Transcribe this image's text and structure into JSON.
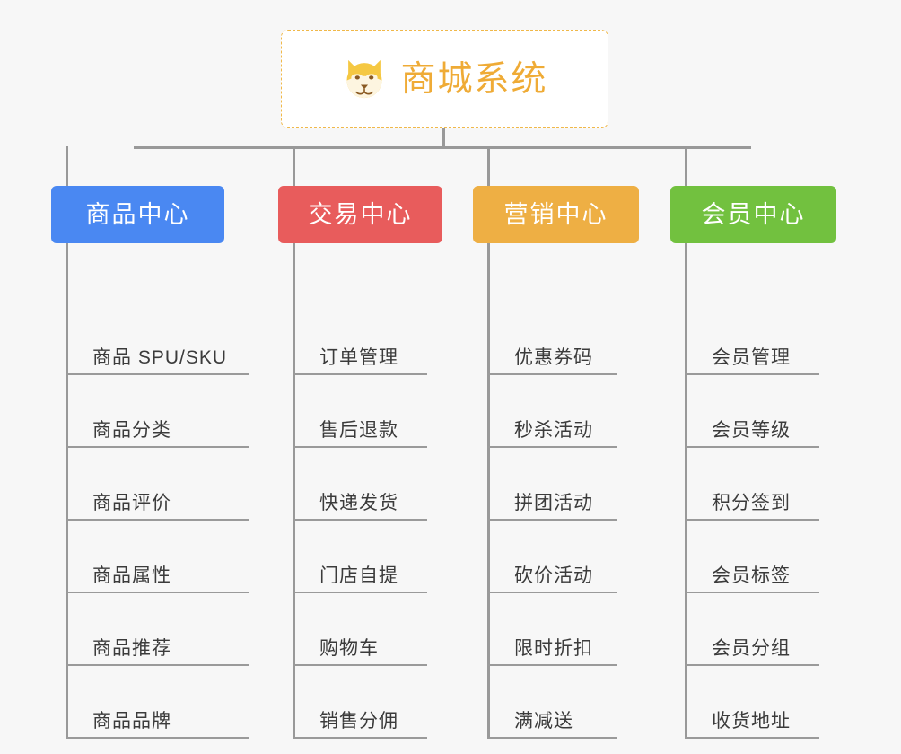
{
  "page": {
    "background_color": "#f7f7f7",
    "line_color": "#999999"
  },
  "root": {
    "title": "商城系统",
    "icon": "shiba-dog-icon",
    "text_color": "#efab36",
    "border_color": "#f0b849",
    "background_color": "#ffffff"
  },
  "branches": [
    {
      "label": "商品中心",
      "color": "#4a88f2",
      "items": [
        "商品 SPU/SKU",
        "商品分类",
        "商品评价",
        "商品属性",
        "商品推荐",
        "商品品牌"
      ]
    },
    {
      "label": "交易中心",
      "color": "#e85c5c",
      "items": [
        "订单管理",
        "售后退款",
        "快递发货",
        "门店自提",
        "购物车",
        "销售分佣"
      ]
    },
    {
      "label": "营销中心",
      "color": "#eeaf44",
      "items": [
        "优惠券码",
        "秒杀活动",
        "拼团活动",
        "砍价活动",
        "限时折扣",
        "满减送"
      ]
    },
    {
      "label": "会员中心",
      "color": "#72c13f",
      "items": [
        "会员管理",
        "会员等级",
        "积分签到",
        "会员标签",
        "会员分组",
        "收货地址"
      ]
    }
  ]
}
